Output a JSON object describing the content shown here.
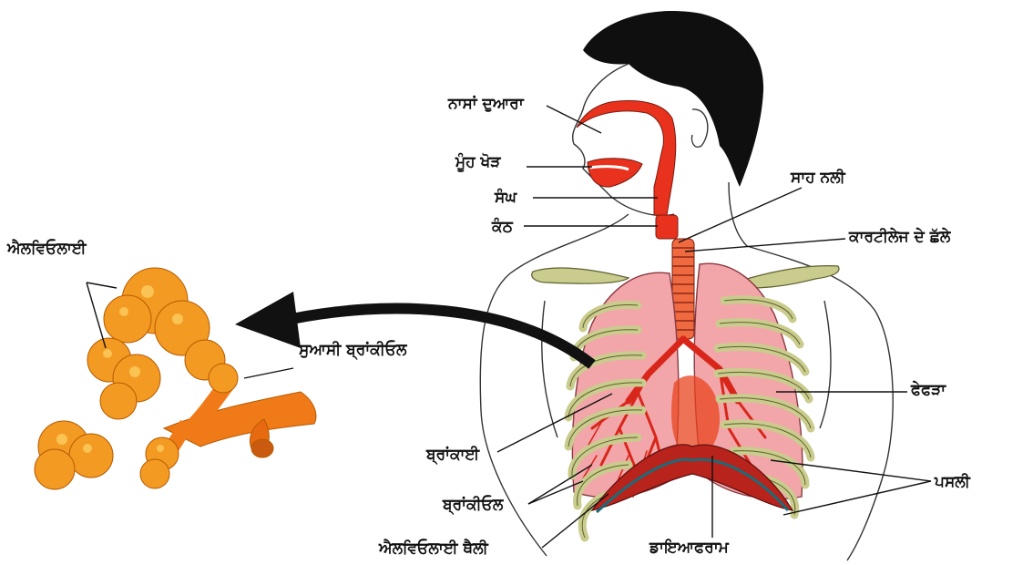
{
  "labels": {
    "nasan_duara": "ਨਾਸਾਂ ਦੁਆਰਾ",
    "muh_khor": "ਮੂੰਹ ਖੋੜ",
    "sangh": "ਸੰਘ",
    "kanth": "ਕੰਠ",
    "sah_nali": "ਸਾਹ ਨਲੀ",
    "cartilage_chhalle": "ਕਾਰਟੀਲੇਜ ਦੇ ਛੱਲੇ",
    "alveolai_top": "ਐਲਵਿਓਲਾਈ",
    "suasi_bronchiole": "ਸੁਆਸੀ ਬ੍ਰਾਂਕੀਓਲ",
    "phephra": "ਫੇਫੜਾ",
    "bronchai": "ਬ੍ਰਾਂਕਾਈ",
    "pasli": "ਪਸਲੀ",
    "bronchiole": "ਬ੍ਰਾਂਕੀਓਲ",
    "diaphragm": "ਡਾਇਆਫਰਾਮ",
    "alveolai_theli": "ਐਲਵਿਓਲਾਈ ਥੈਲੀ"
  },
  "colors": {
    "airway": "#e8321e",
    "lung": "#f2a6aa",
    "rib": "#c9cc8c",
    "hair": "#0f0f0f",
    "alveoli": "#f08a18",
    "diaphragm": "#b8231b"
  }
}
